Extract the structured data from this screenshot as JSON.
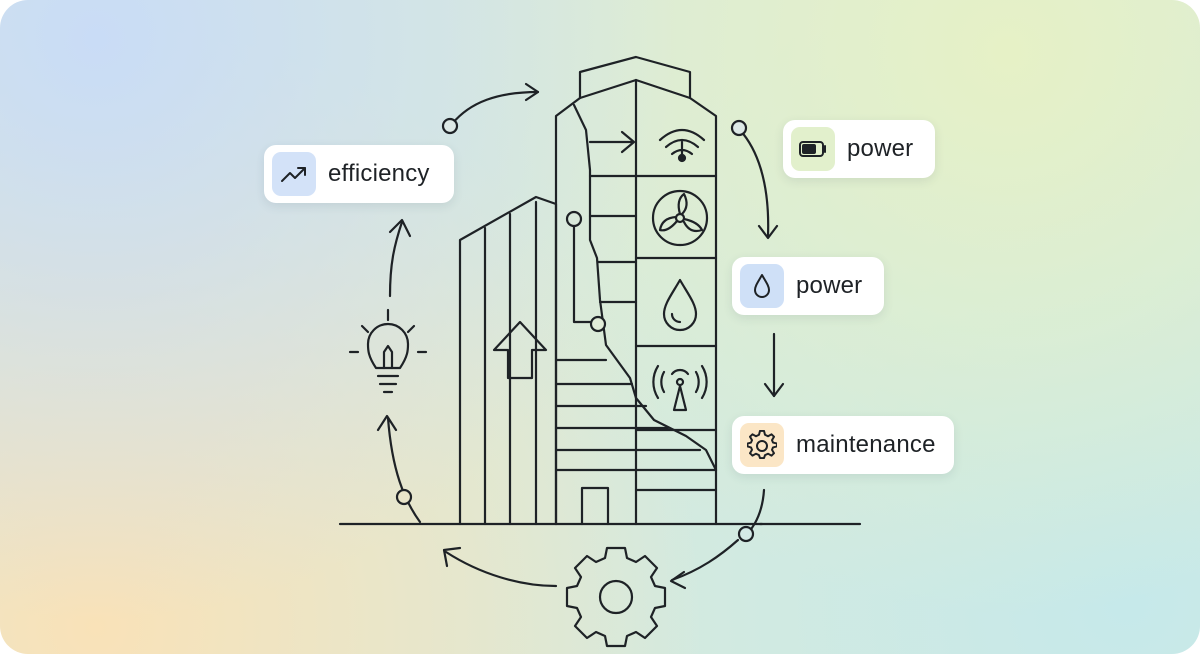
{
  "cards": {
    "efficiency": {
      "label": "efficiency",
      "icon": "trend-up-icon",
      "chip_color": "#d3e2f8"
    },
    "power_battery": {
      "label": "power",
      "icon": "battery-icon",
      "chip_color": "#e2f0cc"
    },
    "power_water": {
      "label": "power",
      "icon": "water-drop-icon",
      "chip_color": "#cfe0f7"
    },
    "maintenance": {
      "label": "maintenance",
      "icon": "gear-icon",
      "chip_color": "#fbe6c6"
    }
  },
  "colors": {
    "stroke": "#1e2226",
    "card": "#ffffff"
  }
}
